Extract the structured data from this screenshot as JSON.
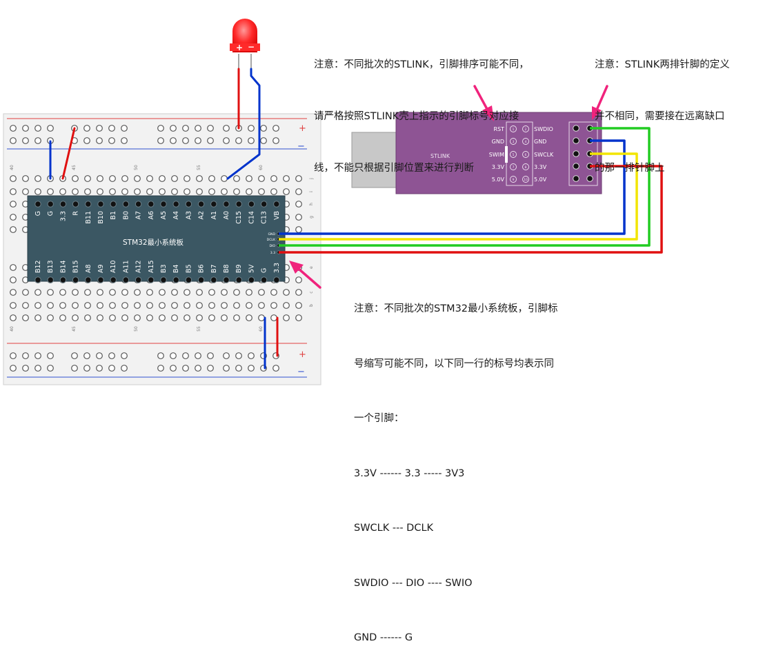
{
  "notes": {
    "stlink_pin_order": [
      "注意：不同批次的STLINK，引脚排序可能不同，",
      "请严格按照STLINK壳上指示的引脚标号对应接",
      "线，不能只根据引脚位置来进行判断"
    ],
    "stlink_two_rows": [
      "注意：STLINK两排针脚的定义",
      "并不相同，需要接在远离缺口",
      "的那一排针脚上"
    ],
    "board_pin_names": [
      "注意：不同批次的STM32最小系统板，引脚标",
      "号缩写可能不同，以下同一行的标号均表示同",
      "一个引脚：",
      "3.3V ------ 3.3 ----- 3V3",
      "SWCLK --- DCLK",
      "SWDIO --- DIO ---- SWIO",
      "GND ------ G"
    ]
  },
  "led": {
    "plus": "+",
    "minus": "−"
  },
  "breadboard": {
    "rail_plus": "+",
    "rail_minus": "−",
    "column_numbers": [
      "40",
      "45",
      "50",
      "55",
      "60"
    ],
    "row_letters_top": [
      "j",
      "i",
      "h",
      "g"
    ],
    "row_letters_bottom": [
      "e",
      "d",
      "c",
      "b"
    ]
  },
  "stm32_board": {
    "title": "STM32最小系统板",
    "top_pins": [
      "G",
      "G",
      "3.3",
      "R",
      "B11",
      "B10",
      "B1",
      "B0",
      "A7",
      "A6",
      "A5",
      "A4",
      "A3",
      "A2",
      "A1",
      "A0",
      "C15",
      "C14",
      "C13",
      "VB"
    ],
    "bottom_pins": [
      "B12",
      "B13",
      "B14",
      "B15",
      "A8",
      "A9",
      "A10",
      "A11",
      "A12",
      "A15",
      "B3",
      "B4",
      "B5",
      "B6",
      "B7",
      "B8",
      "B9",
      "5V",
      "G",
      "3.3"
    ],
    "swd_pins": [
      "GND",
      "DCLK",
      "DIO",
      "3.3"
    ]
  },
  "stlink": {
    "label": "STLINK",
    "left_labels": [
      "RST",
      "GND",
      "SWIM",
      "3.3V",
      "5.0V"
    ],
    "right_labels": [
      "SWDIO",
      "GND",
      "SWCLK",
      "3.3V",
      "5.0V"
    ],
    "pin_numbers_left": [
      "1",
      "3",
      "5",
      "7",
      "9"
    ],
    "pin_numbers_right": [
      "2",
      "4",
      "6",
      "8",
      "10"
    ]
  },
  "colors": {
    "board": "#3b5763",
    "stlink_body": "#8e5494",
    "usb": "#c8c8c8",
    "wire_gnd": "#0033cc",
    "wire_swclk": "#f2e500",
    "wire_swdio": "#22cc22",
    "wire_power": "#e01010",
    "arrow": "#f0237c",
    "led": "#ff2a2a"
  }
}
